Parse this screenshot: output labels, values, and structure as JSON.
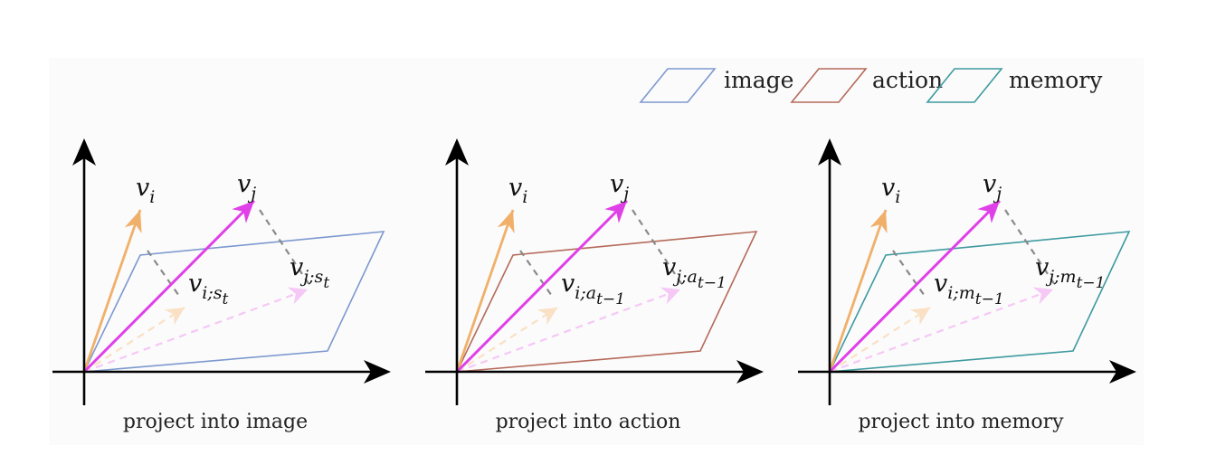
{
  "legend": {
    "items": [
      {
        "label": "image",
        "color": "#7d99cf"
      },
      {
        "label": "action",
        "color": "#b56a5a"
      },
      {
        "label": "memory",
        "color": "#3e9aa0"
      }
    ]
  },
  "colors": {
    "vi_arrow": "#f0b06a",
    "vj_arrow": "#e040e8",
    "vi_projection": "#fae0c4",
    "vj_projection": "#f5c8f5",
    "drop_line": "#8a8a8a",
    "axis": "#000000"
  },
  "panels": [
    {
      "caption": "project into image",
      "plane_color": "#7d99cf",
      "vi_label": {
        "base": "v",
        "sub": "i"
      },
      "vj_label": {
        "base": "v",
        "sub": "j"
      },
      "vi_proj_label": {
        "base": "v",
        "sub": "i;s",
        "subsub": "t"
      },
      "vj_proj_label": {
        "base": "v",
        "sub": "j;s",
        "subsub": "t"
      }
    },
    {
      "caption": "project into action",
      "plane_color": "#b56a5a",
      "vi_label": {
        "base": "v",
        "sub": "i"
      },
      "vj_label": {
        "base": "v",
        "sub": "j"
      },
      "vi_proj_label": {
        "base": "v",
        "sub": "i;a",
        "subsub": "t−1"
      },
      "vj_proj_label": {
        "base": "v",
        "sub": "j;a",
        "subsub": "t−1"
      }
    },
    {
      "caption": "project into memory",
      "plane_color": "#3e9aa0",
      "vi_label": {
        "base": "v",
        "sub": "i"
      },
      "vj_label": {
        "base": "v",
        "sub": "j"
      },
      "vi_proj_label": {
        "base": "v",
        "sub": "i;m",
        "subsub": "t−1"
      },
      "vj_proj_label": {
        "base": "v",
        "sub": "j;m",
        "subsub": "t−1"
      }
    }
  ]
}
